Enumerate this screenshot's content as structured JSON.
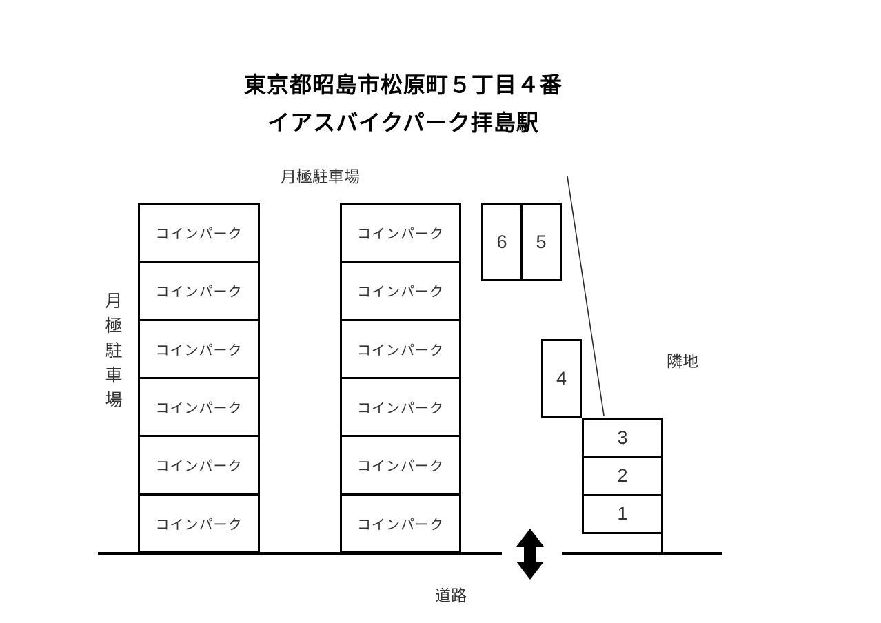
{
  "page": {
    "background_color": "#ffffff",
    "line_color": "#000000",
    "text_color": "#333333"
  },
  "title": {
    "line1": "東京都昭島市松原町５丁目４番",
    "line2": "イアスバイクパーク拝島駅"
  },
  "labels": {
    "monthly_parking_top": "月極駐車場",
    "monthly_parking_left_vertical": "月極駐車場",
    "adjacent_land": "隣地",
    "road": "道路"
  },
  "coin_park": {
    "cell_label": "コインパーク",
    "left_column_rows": 6,
    "middle_column_rows": 6
  },
  "numbered_spaces": {
    "pair_top": [
      "6",
      "5"
    ],
    "single": "4",
    "stack": [
      "3",
      "2",
      "1"
    ]
  },
  "icons": {
    "road_arrow": "double-headed-vertical-arrow"
  }
}
